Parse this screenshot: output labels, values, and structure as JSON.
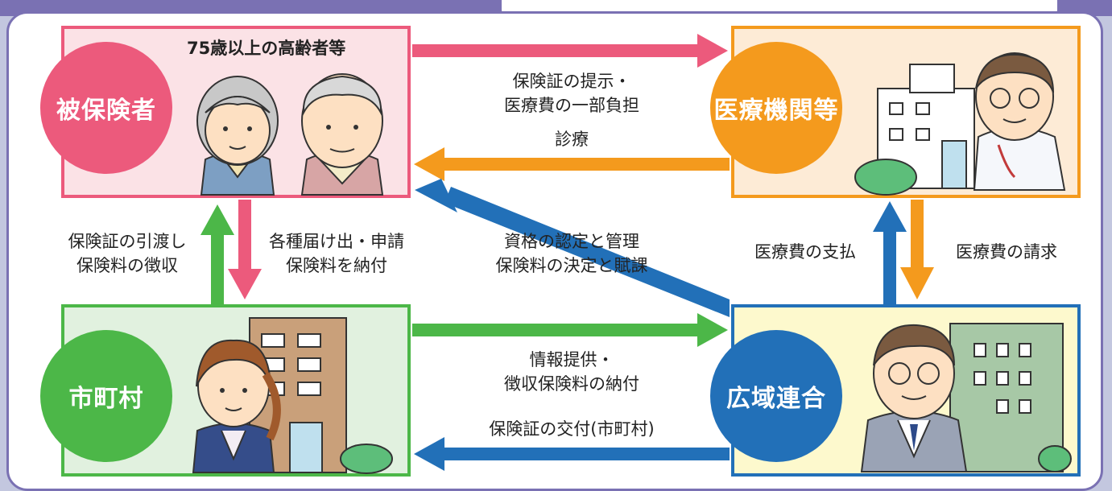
{
  "nodes": {
    "insured": {
      "label": "被保険者",
      "note": "75歳以上の高齢者等",
      "color": "#ec5a7c",
      "box_bg": "#fbe2e6"
    },
    "medical": {
      "label": "医療機関等",
      "color": "#f49a1d",
      "box_bg": "#fdebd6"
    },
    "municipality": {
      "label": "市町村",
      "color": "#4cb748",
      "box_bg": "#e1f1df"
    },
    "union": {
      "label": "広域連合",
      "color": "#2270b8",
      "box_bg": "#fdf9cd"
    }
  },
  "edges": {
    "insured_to_medical": "保険証の提示・\n医療費の一部負担",
    "medical_to_insured": "診療",
    "municipality_to_insured": "保険証の引渡し\n保険料の徴収",
    "insured_to_municipality": "各種届け出・申請\n保険料を納付",
    "union_to_insured": "資格の認定と管理\n保険料の決定と賦課",
    "union_to_medical": "医療費の支払",
    "medical_to_union": "医療費の請求",
    "municipality_to_union": "情報提供・\n徴収保険料の納付",
    "union_to_municipality": "保険証の交付(市町村)"
  }
}
